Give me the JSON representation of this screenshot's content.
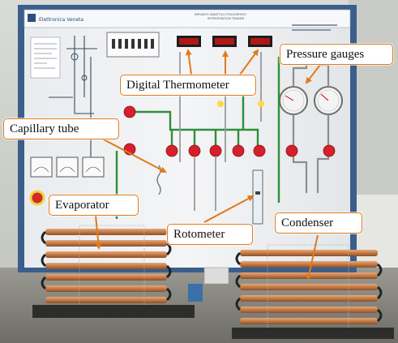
{
  "panel": {
    "brand_text": "Elettronica Veneta",
    "header_text_1": "IMPIANTO DIDATTICO FRIGORIFERO",
    "header_text_2": "REFRIGERATION TRAINER"
  },
  "labels": {
    "pressure_gauges": "Pressure gauges",
    "digital_thermometer": "Digital Thermometer",
    "capillary_tube": "Capillary tube",
    "evaporator": "Evaporator",
    "rotometer": "Rotometer",
    "condenser": "Condenser"
  },
  "colors": {
    "arrow": "#e07a1c",
    "panel": "#eef0f2",
    "frame": "#3b5e8a",
    "valve": "#d6202c",
    "pipe_green": "#2f8f3a",
    "copper": "#c47a45"
  }
}
